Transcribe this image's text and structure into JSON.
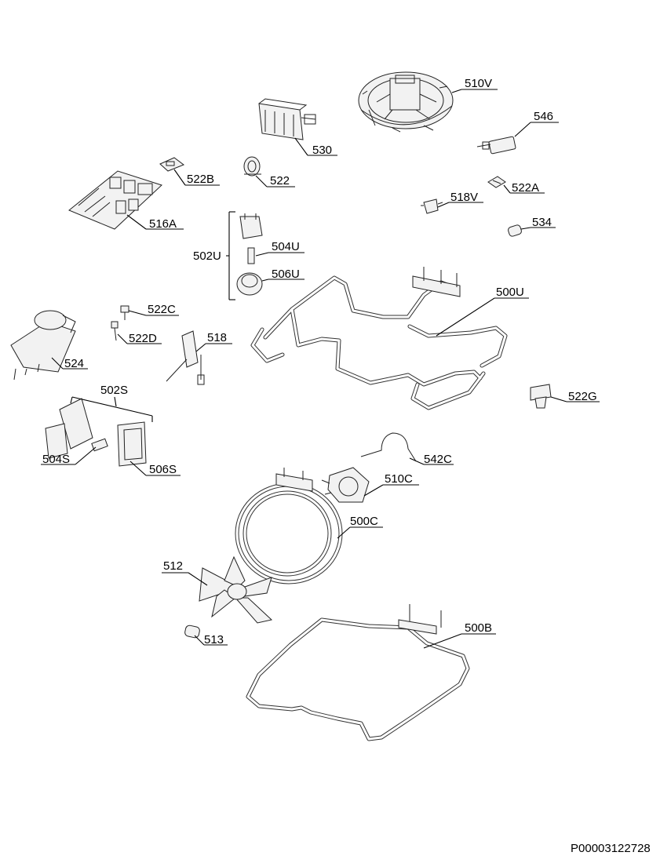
{
  "labels": {
    "l510V": "510V",
    "l546": "546",
    "l530": "530",
    "l522": "522",
    "l522B": "522B",
    "l522A": "522A",
    "l518V": "518V",
    "l516A": "516A",
    "l534": "534",
    "l502U": "502U",
    "l504U": "504U",
    "l506U": "506U",
    "l500U": "500U",
    "l522C": "522C",
    "l522D": "522D",
    "l518": "518",
    "l524": "524",
    "l522G": "522G",
    "l502S": "502S",
    "l504S": "504S",
    "l506S": "506S",
    "l542C": "542C",
    "l510C": "510C",
    "l500C": "500C",
    "l512": "512",
    "l513": "513",
    "l500B": "500B"
  },
  "drawing_code": "P00003122728"
}
